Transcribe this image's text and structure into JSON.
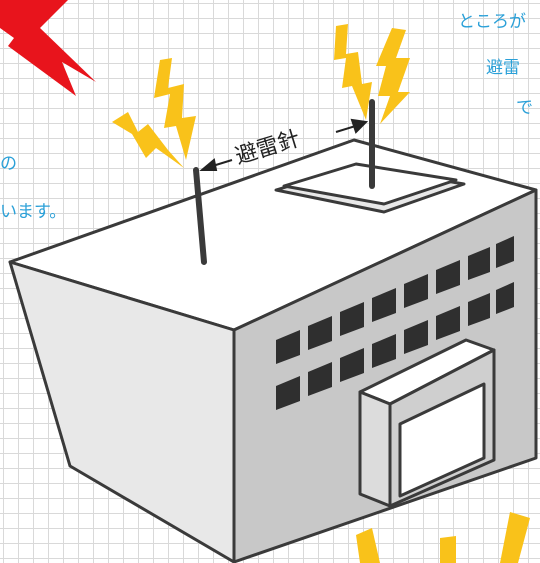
{
  "texts": {
    "top_right": "ところが",
    "right_line2": "避雷",
    "right_line3": "で",
    "left_line1": "の",
    "left_line2": "います。",
    "lightning_rod_label": "避雷針"
  },
  "colors": {
    "caption_text": "#2aa0d8",
    "bolt_red": "#e8141c",
    "bolt_yellow": "#f9c21a",
    "building_light": "#e8e8e8",
    "building_dark": "#c8c8c8",
    "window": "#2f2f2f",
    "outline": "#3a3a3a"
  },
  "icons": {
    "bolts": [
      "lightning-bolt-icon",
      "lightning-bolt-icon",
      "lightning-bolt-icon",
      "lightning-bolt-icon",
      "lightning-bolt-icon"
    ],
    "arrows": [
      "arrow-left-icon",
      "arrow-right-icon"
    ]
  }
}
